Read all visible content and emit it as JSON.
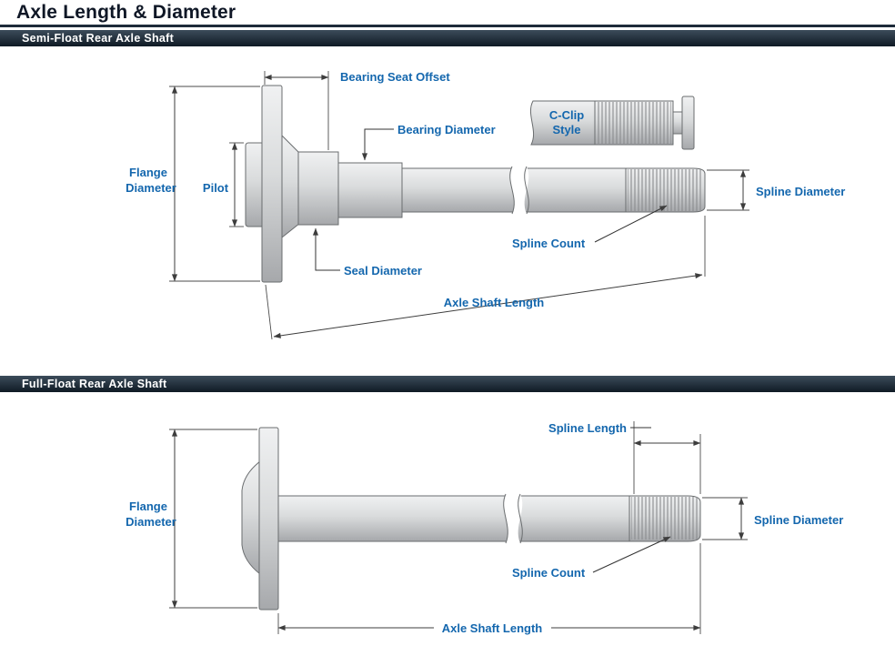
{
  "page": {
    "title": "Axle Length & Diameter"
  },
  "semi": {
    "header": "Semi-Float Rear Axle Shaft",
    "labels": {
      "bearing_seat_offset": "Bearing Seat Offset",
      "bearing_diameter": "Bearing Diameter",
      "c_clip_line1": "C-Clip",
      "c_clip_line2": "Style",
      "flange_line1": "Flange",
      "flange_line2": "Diameter",
      "pilot": "Pilot",
      "spline_diameter": "Spline Diameter",
      "spline_count": "Spline Count",
      "seal_diameter": "Seal Diameter",
      "axle_shaft_length": "Axle Shaft Length"
    }
  },
  "full": {
    "header": "Full-Float Rear Axle Shaft",
    "labels": {
      "spline_length": "Spline Length",
      "flange_line1": "Flange",
      "flange_line2": "Diameter",
      "spline_diameter": "Spline Diameter",
      "spline_count": "Spline Count",
      "axle_shaft_length": "Axle Shaft Length"
    }
  },
  "colors": {
    "accent_blue": "#1467ae",
    "bar_top": "#3c4c5a",
    "bar_bottom": "#0f1a24",
    "title_color": "#0f1726",
    "title_rule": "#1d2b3a"
  }
}
